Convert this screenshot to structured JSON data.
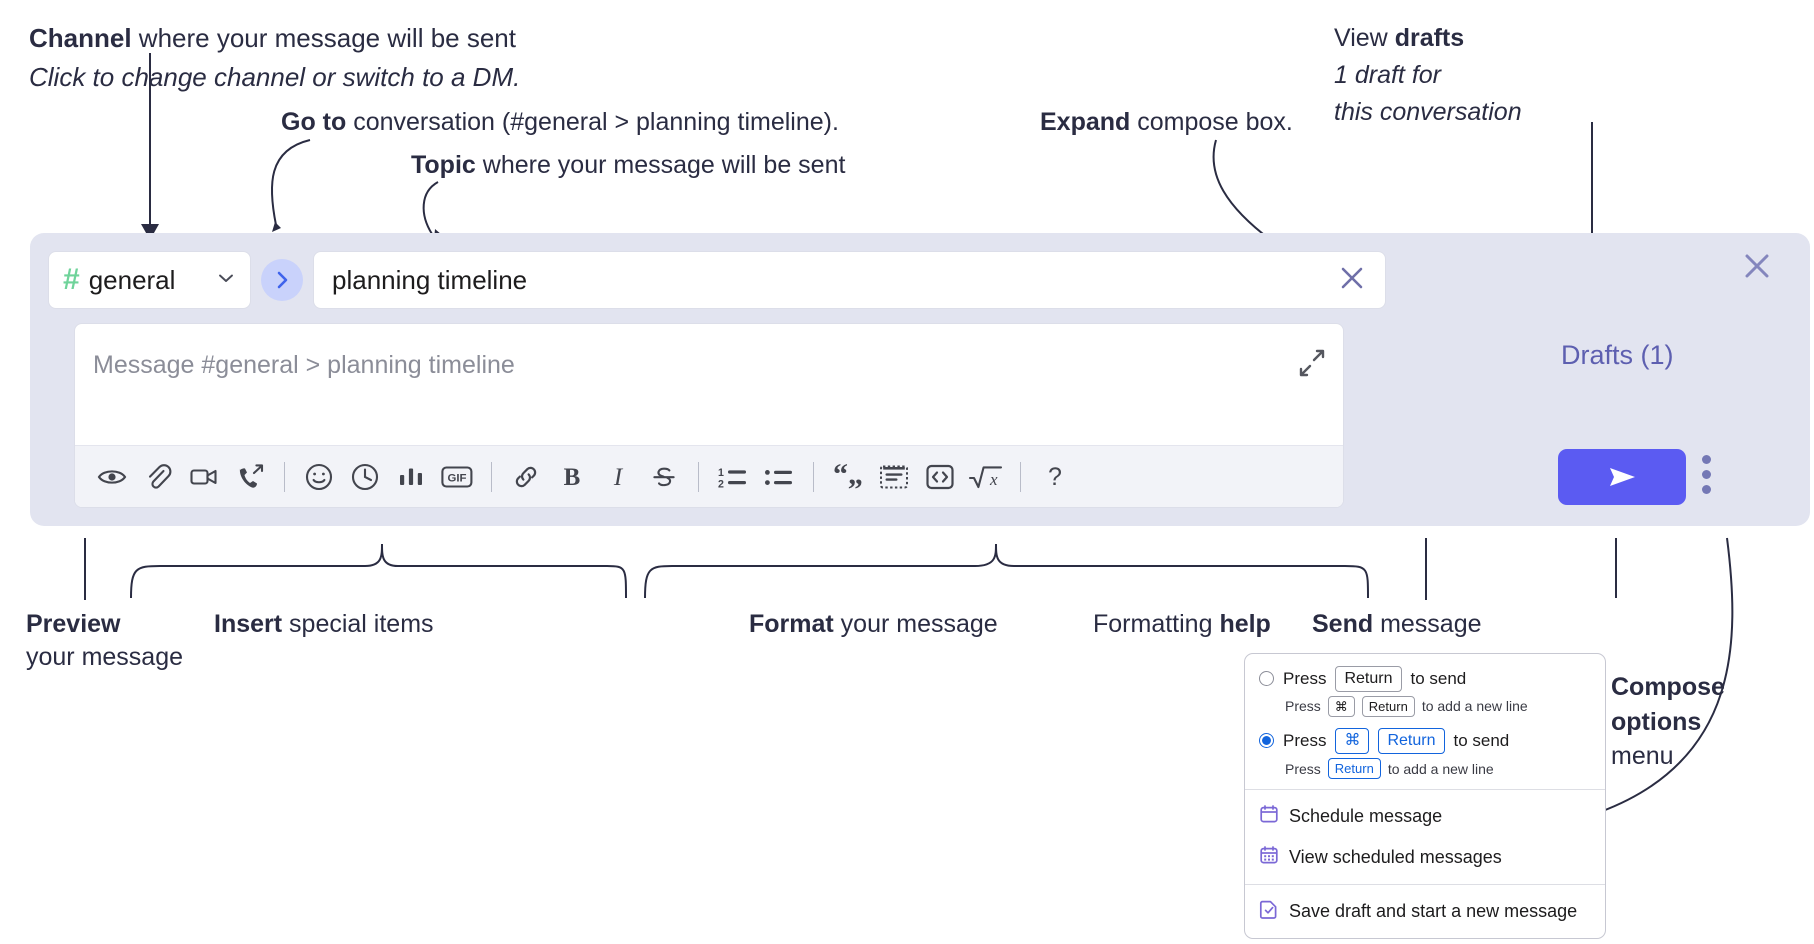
{
  "annotations": {
    "channel": {
      "bold": "Channel",
      "rest": " where your message will be sent",
      "italic": "Click to change channel or switch to a DM."
    },
    "goto": {
      "bold": "Go to",
      "rest": " conversation (#general > planning timeline)."
    },
    "topic": {
      "bold": "Topic",
      "rest": " where your message will be sent"
    },
    "expand": {
      "bold": "Expand",
      "rest": " compose box."
    },
    "drafts": {
      "bold_lead": "View ",
      "bold": "drafts",
      "italic_1": "1 draft for",
      "italic_2": "this conversation"
    },
    "preview": {
      "bold": "Preview",
      "rest": "your message"
    },
    "insert": {
      "bold": "Insert",
      "rest": " special items"
    },
    "format": {
      "bold": "Format",
      "rest": " your message"
    },
    "help": {
      "lead": "Formatting ",
      "bold": "help"
    },
    "send": {
      "bold": "Send",
      "rest": " message"
    },
    "compose_options": {
      "bold_1": "Compose",
      "bold_2": "options",
      "rest": "menu"
    }
  },
  "compose": {
    "channel": {
      "hash": "#",
      "name": "general",
      "chevron": "chevron-down-icon"
    },
    "goto_button": "chevron-right-icon",
    "topic": {
      "value": "planning timeline",
      "clear": "close-icon"
    },
    "message": {
      "placeholder": "Message #general > planning timeline",
      "value": "",
      "expand": "expand-icon"
    },
    "toolbar": [
      {
        "name": "preview-icon",
        "label": "Preview"
      },
      {
        "name": "attachment-icon",
        "label": "Attach file"
      },
      {
        "name": "video-icon",
        "label": "Record video clip"
      },
      {
        "name": "phone-icon",
        "label": "Record audio clip"
      },
      {
        "sep": true
      },
      {
        "name": "emoji-icon",
        "label": "Emoji"
      },
      {
        "name": "clock-icon",
        "label": "Reminder"
      },
      {
        "name": "poll-icon",
        "label": "Poll"
      },
      {
        "name": "gif-icon",
        "label": "GIF"
      },
      {
        "sep": true
      },
      {
        "name": "link-icon",
        "label": "Link"
      },
      {
        "name": "bold-icon",
        "label": "Bold"
      },
      {
        "name": "italic-icon",
        "label": "Italic"
      },
      {
        "name": "strikethrough-icon",
        "label": "Strikethrough"
      },
      {
        "sep": true
      },
      {
        "name": "ordered-list-icon",
        "label": "Ordered list"
      },
      {
        "name": "bulleted-list-icon",
        "label": "Bulleted list"
      },
      {
        "sep": true
      },
      {
        "name": "blockquote-icon",
        "label": "Blockquote"
      },
      {
        "name": "code-block-icon",
        "label": "Code block"
      },
      {
        "name": "code-icon",
        "label": "Code"
      },
      {
        "name": "math-icon",
        "label": "Math"
      },
      {
        "sep": true
      },
      {
        "name": "help-icon",
        "label": "Formatting help"
      }
    ],
    "drafts_label": "Drafts (1)",
    "close": "close-icon",
    "send": "send-icon",
    "kebab": "more-options-icon"
  },
  "options_menu": {
    "radio_options": [
      {
        "selected": false,
        "press": "Press",
        "key": "Return",
        "tail": "to send",
        "sub_press": "Press",
        "sub_keys": [
          "⌘",
          "Return"
        ],
        "sub_tail": "to add a new line"
      },
      {
        "selected": true,
        "press": "Press",
        "keys": [
          "⌘",
          "Return"
        ],
        "tail": "to send",
        "sub_press": "Press",
        "sub_keys": [
          "Return"
        ],
        "sub_tail": "to add a new line"
      }
    ],
    "items": [
      {
        "icon": "calendar-icon",
        "label": "Schedule message"
      },
      {
        "icon": "calendar-grid-icon",
        "label": "View scheduled messages"
      },
      {
        "icon": "save-draft-icon",
        "label": "Save draft and start a new message"
      }
    ]
  },
  "colors": {
    "panel_bg": "#e2e4f0",
    "send_purple": "#5b5bf2",
    "drafts_purple": "#5d5fb0",
    "hash_green": "#6fd39a",
    "goto_blue": "#4a6df0",
    "radio_blue": "#1264dd",
    "menu_icon_purple": "#7b68d6"
  }
}
